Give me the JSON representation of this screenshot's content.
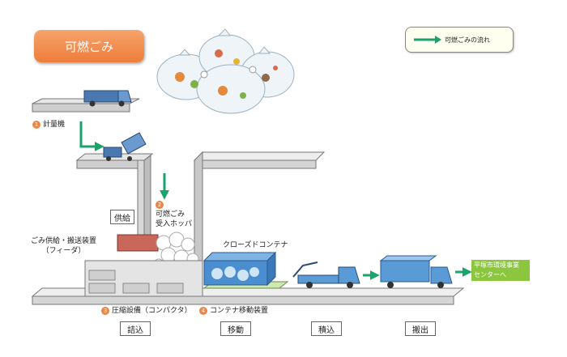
{
  "title": "可燃ごみ",
  "legend": {
    "label": "可燃ごみの流れ"
  },
  "labels": {
    "weighing_num": "1",
    "weighing": "計量機",
    "supply": "供給",
    "hopper_num": "2",
    "hopper_line1": "可燃ごみ",
    "hopper_line2": "受入ホッパ",
    "feeder_line1": "ごみ供給・搬送装置",
    "feeder_line2": "（フィーダ）",
    "container": "クローズドコンテナ",
    "compactor_num": "3",
    "compactor": "圧縮設備（コンパクタ）",
    "mover_num": "4",
    "mover": "コンテナ移動装置"
  },
  "stages": [
    "詰込",
    "移動",
    "積込",
    "搬出"
  ],
  "destination": {
    "line1": "平塚市環境事業",
    "line2": "センターへ"
  },
  "colors": {
    "title_bg": "#ee7d3b",
    "flow_arrow": "#1aa36b",
    "number_badge": "#e9874a",
    "machine_red": "#c9685a",
    "container_blue": "#4a8ed0",
    "truck_blue": "#5a9bd6",
    "destination_green": "#8cc63f",
    "rail_green": "#cfe7b0"
  }
}
